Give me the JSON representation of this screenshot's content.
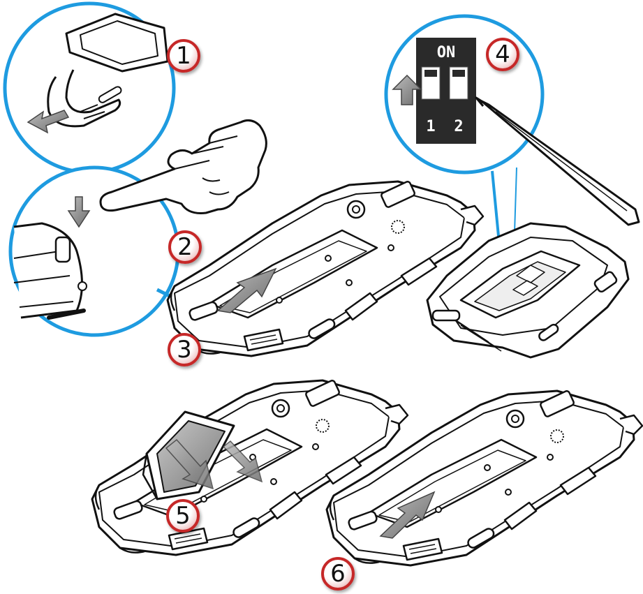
{
  "steps": [
    "1",
    "2",
    "3",
    "4",
    "5",
    "6"
  ],
  "dip_switch": {
    "on_label": "ON",
    "switch_labels": [
      "1",
      "2"
    ]
  },
  "colors": {
    "callout_circle": "#1e9be0",
    "step_badge_ring": "#c62828",
    "outline": "#111111",
    "arrow_fill": "#8a8a8a",
    "dip_body": "#2a2a2a"
  },
  "icons": [
    "hand-pointer-icon",
    "stylus-icon",
    "down-arrow-icon",
    "up-arrow-icon",
    "slide-arrow-icon"
  ]
}
